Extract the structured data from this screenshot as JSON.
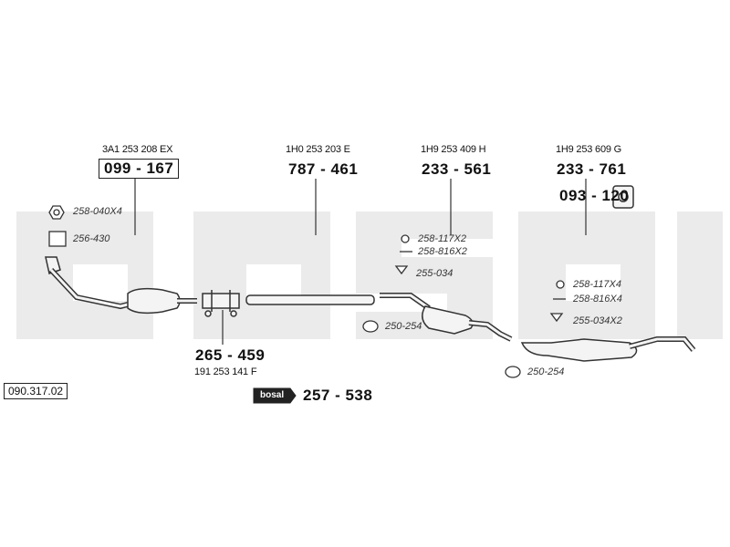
{
  "diagram_code": "090.317.02",
  "groups": {
    "front_pipe": {
      "oem": "3A1 253 208 EX",
      "part": "099 - 167"
    },
    "clamp": {
      "oem": "191 253 141 F",
      "part": "265 - 459"
    },
    "middle_pipe": {
      "oem": "1H0 253 203 E",
      "part": "787 - 461"
    },
    "center_silencer": {
      "oem": "1H9 253 409 H",
      "part": "233 - 561"
    },
    "rear_silencer": {
      "oem": "1H9 253 609 G",
      "part": "233 - 761",
      "mount_part": "093 - 120"
    },
    "paste": {
      "logo": "bosal",
      "part": "257 - 538"
    }
  },
  "accessories": {
    "gasket": "258-040X4",
    "flange_gasket": "256-430",
    "ring_a": "258-117X2",
    "bolt_a": "258-816X2",
    "hanger_a": "255-034",
    "clamp_a": "250-254",
    "ring_b": "258-117X4",
    "bolt_b": "258-816X4",
    "hanger_b": "255-034X2",
    "clamp_b": "250-254"
  },
  "watermark": "bosal",
  "colors": {
    "watermark": "#ebebeb",
    "line": "#333333",
    "part_fill": "#f4f4f4"
  }
}
